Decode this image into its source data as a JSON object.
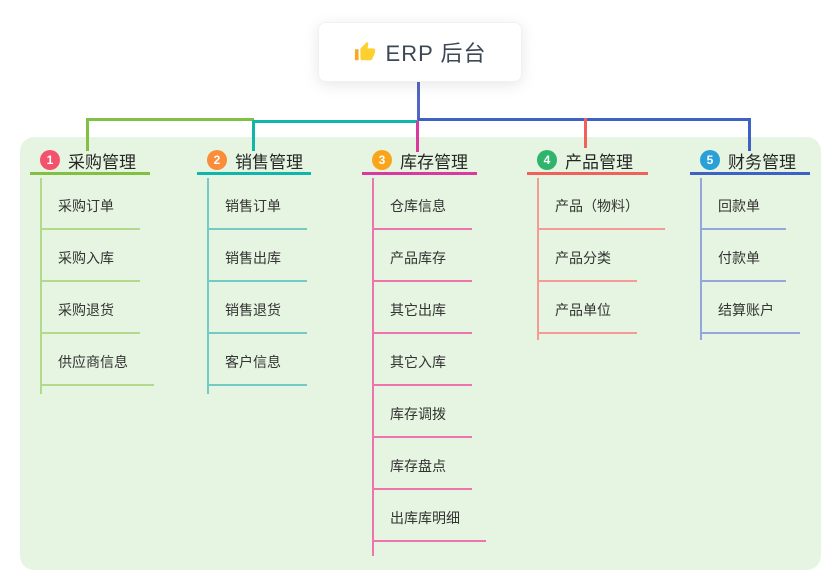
{
  "root": {
    "title": "ERP 后台",
    "icon": "thumbs-up-icon",
    "line_color": "#5365c5"
  },
  "canvas": {
    "panel_color": "#e6f5e1",
    "background": "#ffffff"
  },
  "branches": [
    {
      "badge": "1",
      "badge_color": "#f4516d",
      "label": "采购管理",
      "line_color": "#82c043",
      "child_line_color": "#b3d98c",
      "children": [
        "采购订单",
        "采购入库",
        "采购退货",
        "供应商信息"
      ]
    },
    {
      "badge": "2",
      "badge_color": "#fb8c3a",
      "label": "销售管理",
      "line_color": "#12b5a9",
      "child_line_color": "#72ccc3",
      "children": [
        "销售订单",
        "销售出库",
        "销售退货",
        "客户信息"
      ]
    },
    {
      "badge": "3",
      "badge_color": "#f9a51b",
      "label": "库存管理",
      "line_color": "#da3a9d",
      "child_line_color": "#ee74b0",
      "children": [
        "仓库信息",
        "产品库存",
        "其它出库",
        "其它入库",
        "库存调拨",
        "库存盘点",
        "出库库明细"
      ]
    },
    {
      "badge": "4",
      "badge_color": "#2fb56b",
      "label": "产品管理",
      "line_color": "#f0615b",
      "child_line_color": "#f49b95",
      "children": [
        "产品（物料）",
        "产品分类",
        "产品单位"
      ]
    },
    {
      "badge": "5",
      "badge_color": "#2aa0d8",
      "label": "财务管理",
      "line_color": "#3e62c4",
      "child_line_color": "#94a7dd",
      "children": [
        "回款单",
        "付款单",
        "结算账户"
      ]
    }
  ]
}
